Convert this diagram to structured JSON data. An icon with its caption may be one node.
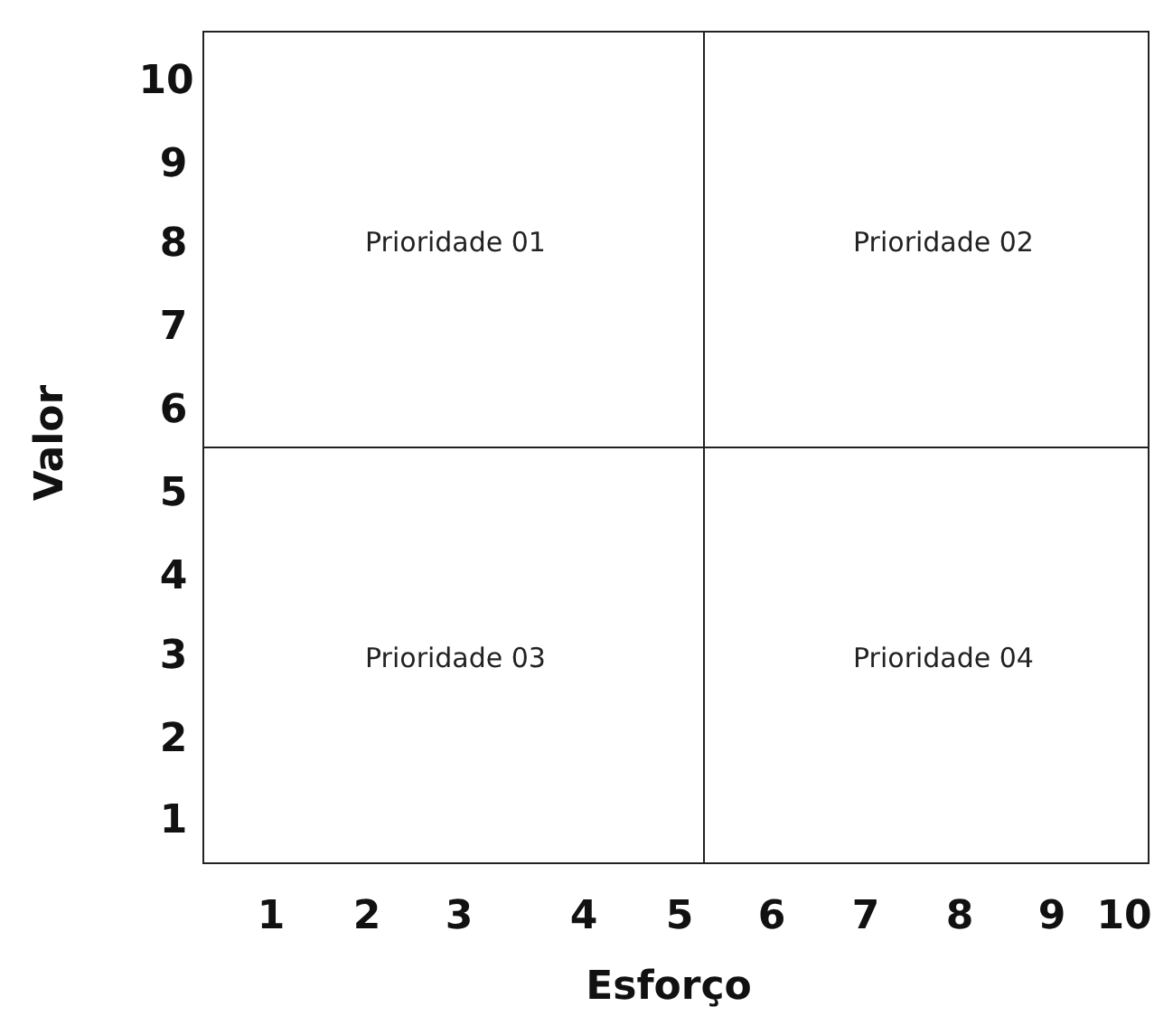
{
  "diagram": {
    "nodes": [
      {
        "text": [
          "Prioridade 01"
        ]
      },
      {
        "text": [
          "Prioridade 02"
        ]
      },
      {
        "text": [
          "Prioridade 03"
        ]
      },
      {
        "text": [
          "Prioridade 04"
        ]
      }
    ],
    "edges": [],
    "labels": [
      "10",
      "9",
      "8",
      "7",
      "6",
      "5",
      "4",
      "3",
      "2",
      "1",
      "Valor",
      "1",
      "2",
      "3",
      "4",
      "5",
      "6",
      "7",
      "8",
      "9",
      "10",
      "Esforço"
    ]
  }
}
